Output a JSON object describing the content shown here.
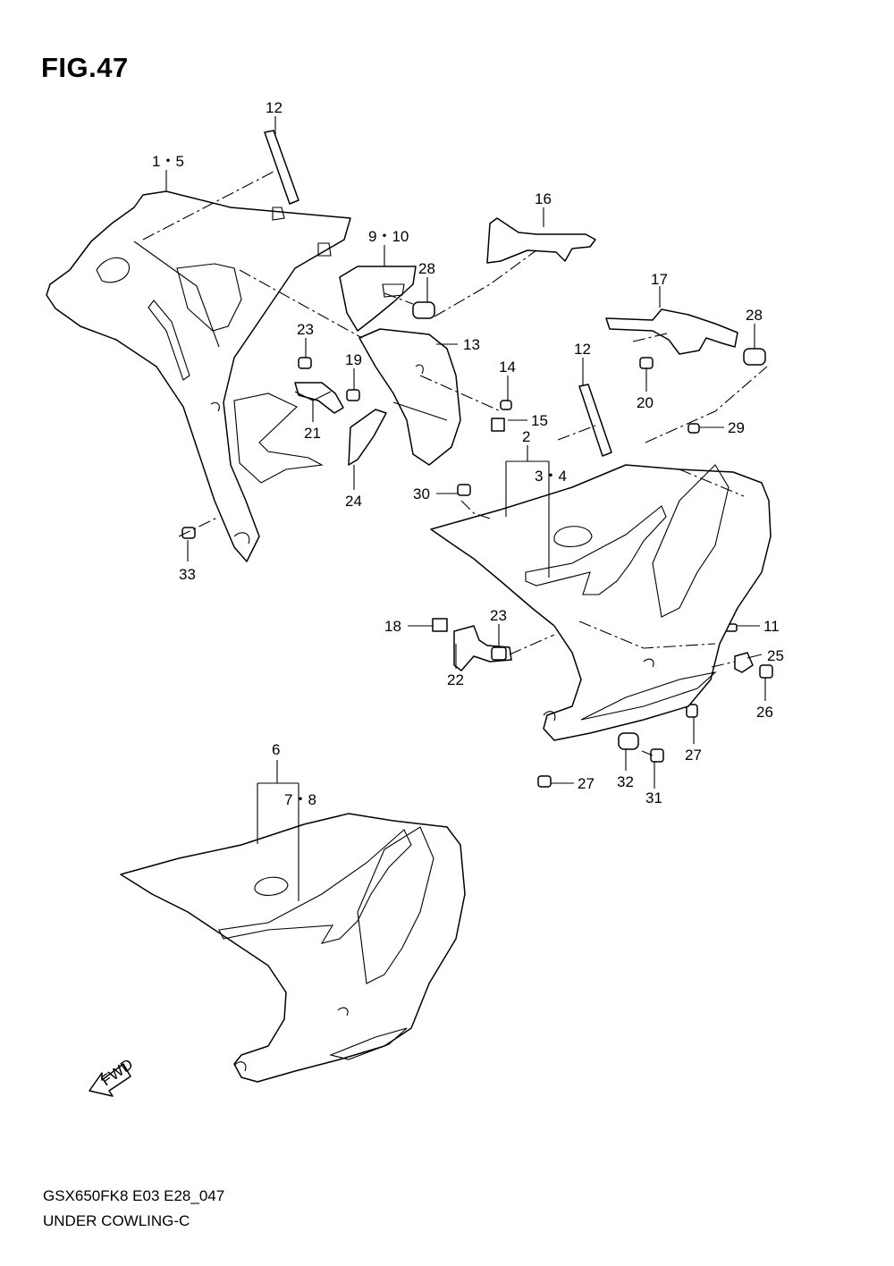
{
  "figure": {
    "title": "FIG.47"
  },
  "footer": {
    "model_code": "GSX650FK8 E03 E28_047",
    "name": "UNDER COWLING-C"
  },
  "fwd_arrow": {
    "label": "FWD"
  },
  "callouts": {
    "c12a": "12",
    "c1_5": "1・5",
    "c9_10": "9・10",
    "c16": "16",
    "c28a": "28",
    "c17": "17",
    "c28b": "28",
    "c23a": "23",
    "c13": "13",
    "c19": "19",
    "c14": "14",
    "c12b": "12",
    "c20": "20",
    "c21": "21",
    "c15": "15",
    "c29": "29",
    "c2": "2",
    "c3_4": "3・4",
    "c24": "24",
    "c30": "30",
    "c33": "33",
    "c18": "18",
    "c23b": "23",
    "c11": "11",
    "c22": "22",
    "c25": "25",
    "c26": "26",
    "c27a": "27",
    "c32": "32",
    "c31": "31",
    "c27b": "27",
    "c6": "6",
    "c7_8": "7・8"
  }
}
